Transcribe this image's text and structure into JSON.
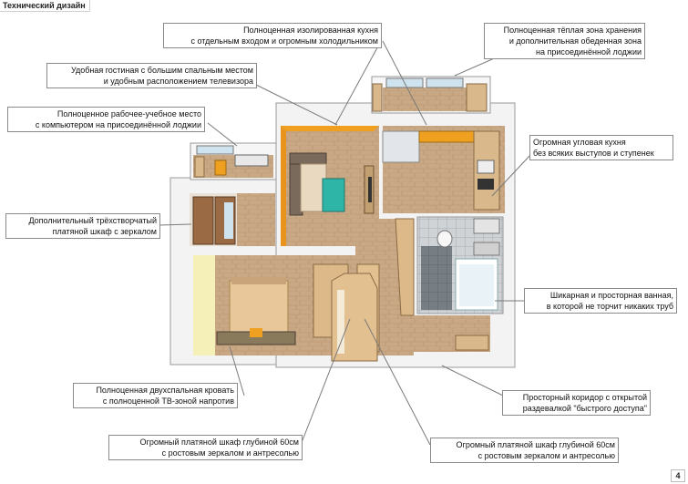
{
  "header": {
    "title": "Технический дизайн"
  },
  "page_number": "4",
  "callouts": {
    "kitchen_isolated": {
      "line1": "Полноценная изолированная кухня",
      "line2": "с отдельным входом и огромным холодильником"
    },
    "storage_zone": {
      "line1": "Полноценная тёплая зона хранения",
      "line2": "и дополнительная обеденная зона",
      "line3": "на присоединённой лоджии"
    },
    "living_room": {
      "line1": "Удобная гостиная с большим спальным местом",
      "line2": "и удобным расположением телевизора"
    },
    "workplace": {
      "line1": "Полноценное рабочее-учебное место",
      "line2": "с компьютером на присоединённой лоджии"
    },
    "corner_kitchen": {
      "line1": "Огромная угловая кухня",
      "line2": "без всяких выступов и ступенек"
    },
    "wardrobe_3door": {
      "line1": "Дополнительный трёхстворчатый",
      "line2": "платяной шкаф с зеркалом"
    },
    "bathroom": {
      "line1": "Шикарная и просторная ванная,",
      "line2": "в которой не торчит никаких труб"
    },
    "double_bed": {
      "line1": "Полноценная двухспальная кровать",
      "line2": "с полноценной ТВ-зоной напротив"
    },
    "corridor": {
      "line1": "Просторный коридор с открытой",
      "line2": "раздевалкой \"быстрого доступа\""
    },
    "wardrobe_left": {
      "line1": "Огромный платяной шкаф глубиной 60см",
      "line2": "с ростовым зеркалом и антресолью"
    },
    "wardrobe_right": {
      "line1": "Огромный платяной шкаф глубиной 60см",
      "line2": "с ростовым зеркалом и антресолью"
    }
  },
  "colors": {
    "floor": "#c9a985",
    "accent": "#f0a020",
    "wall": "#ffffff",
    "leader": "#7a7a7a"
  }
}
